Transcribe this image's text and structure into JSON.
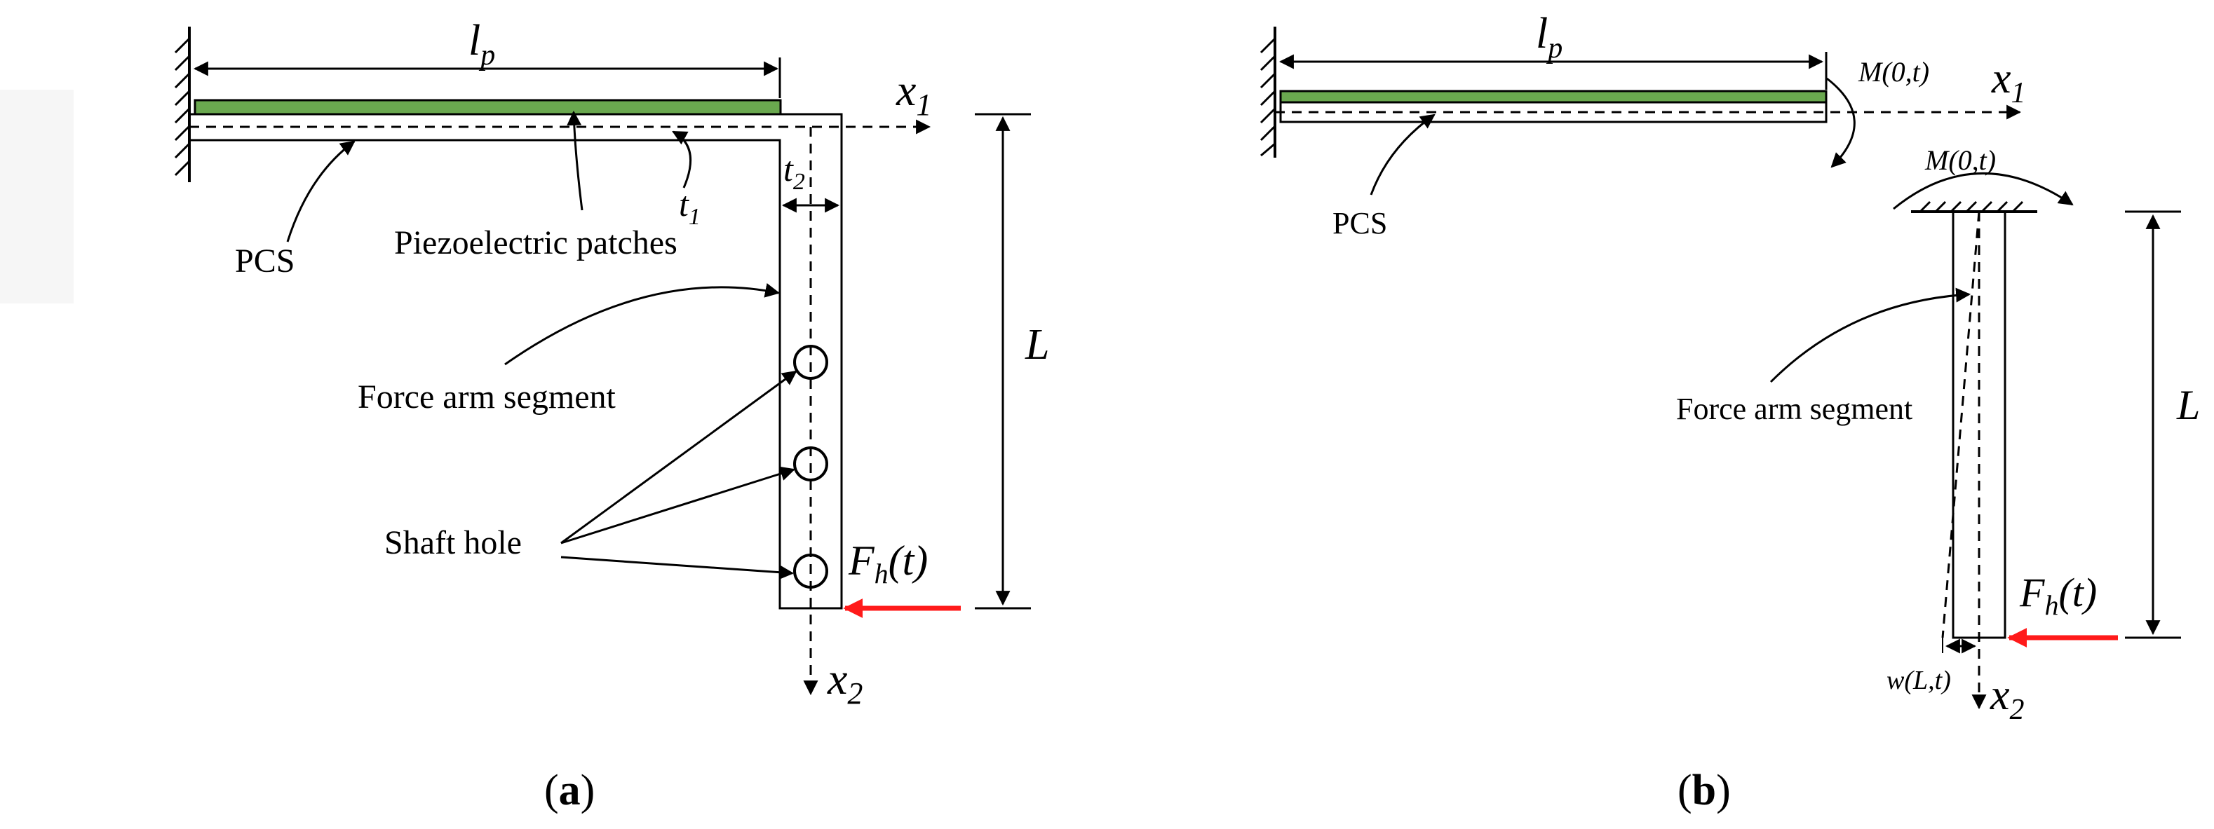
{
  "colors": {
    "patch": "#6aa84f",
    "force_arrow": "#ff1a1a",
    "line": "#000000"
  },
  "panel_a": {
    "caption_open": "(",
    "caption_letter": "a",
    "caption_close": ")",
    "lp_symbol": "l",
    "lp_sub": "p",
    "x1_symbol": "x",
    "x1_sub": "1",
    "x2_symbol": "x",
    "x2_sub": "2",
    "L_symbol": "L",
    "t1_symbol": "t",
    "t1_sub": "1",
    "t2_symbol": "t",
    "t2_sub": "2",
    "force_symbol": "F",
    "force_sub": "h",
    "force_arg": "(t)",
    "pcs_label": "PCS",
    "piezo_label": "Piezoelectric patches",
    "force_arm_label": "Force arm segment",
    "shaft_hole_label": "Shaft hole"
  },
  "panel_b": {
    "caption_open": "(",
    "caption_letter": "b",
    "caption_close": ")",
    "lp_symbol": "l",
    "lp_sub": "p",
    "x1_symbol": "x",
    "x1_sub": "1",
    "x2_symbol": "x",
    "x2_sub": "2",
    "L_symbol": "L",
    "moment_top": "M(0,t)",
    "moment_bottom": "M(0,t)",
    "force_symbol": "F",
    "force_sub": "h",
    "force_arg": "(t)",
    "deflection": "w(L,t)",
    "pcs_label": "PCS",
    "force_arm_label": "Force arm segment"
  }
}
